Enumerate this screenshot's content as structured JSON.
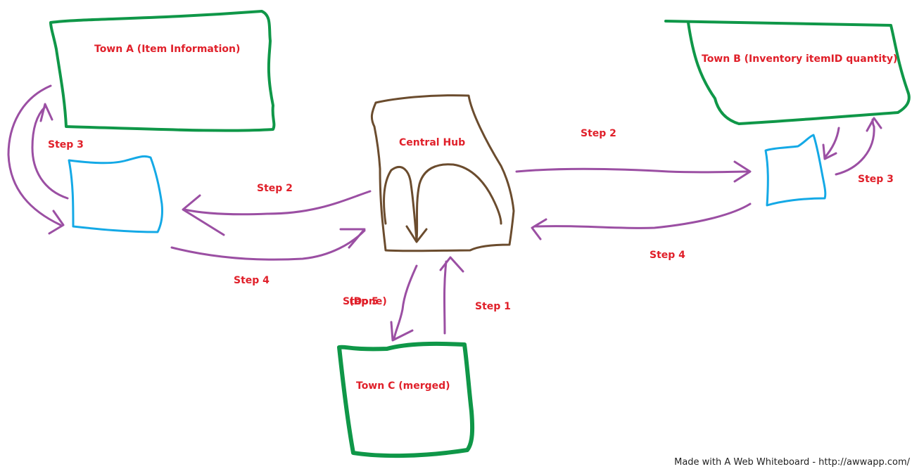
{
  "colors": {
    "label": "#e0202a",
    "town": "#0f9748",
    "hub": "#6b4c2e",
    "queue": "#14a9e6",
    "arrow": "#9b4fa3"
  },
  "labels": {
    "town_a": "Town A (Item Information)",
    "town_b": "Town B (Inventory itemID quantity)",
    "town_c": "Town C (merged)",
    "central_hub": "Central Hub",
    "step1": "Step 1",
    "step2_left": "Step 2",
    "step2_right": "Step 2",
    "step3_left": "Step 3",
    "step3_right": "Step 3",
    "step4_left": "Step 4",
    "step4_right": "Step 4",
    "step5": "Step 5",
    "step5_note": "(Done)"
  },
  "footer": "Made with A Web Whiteboard - http://awwapp.com/"
}
